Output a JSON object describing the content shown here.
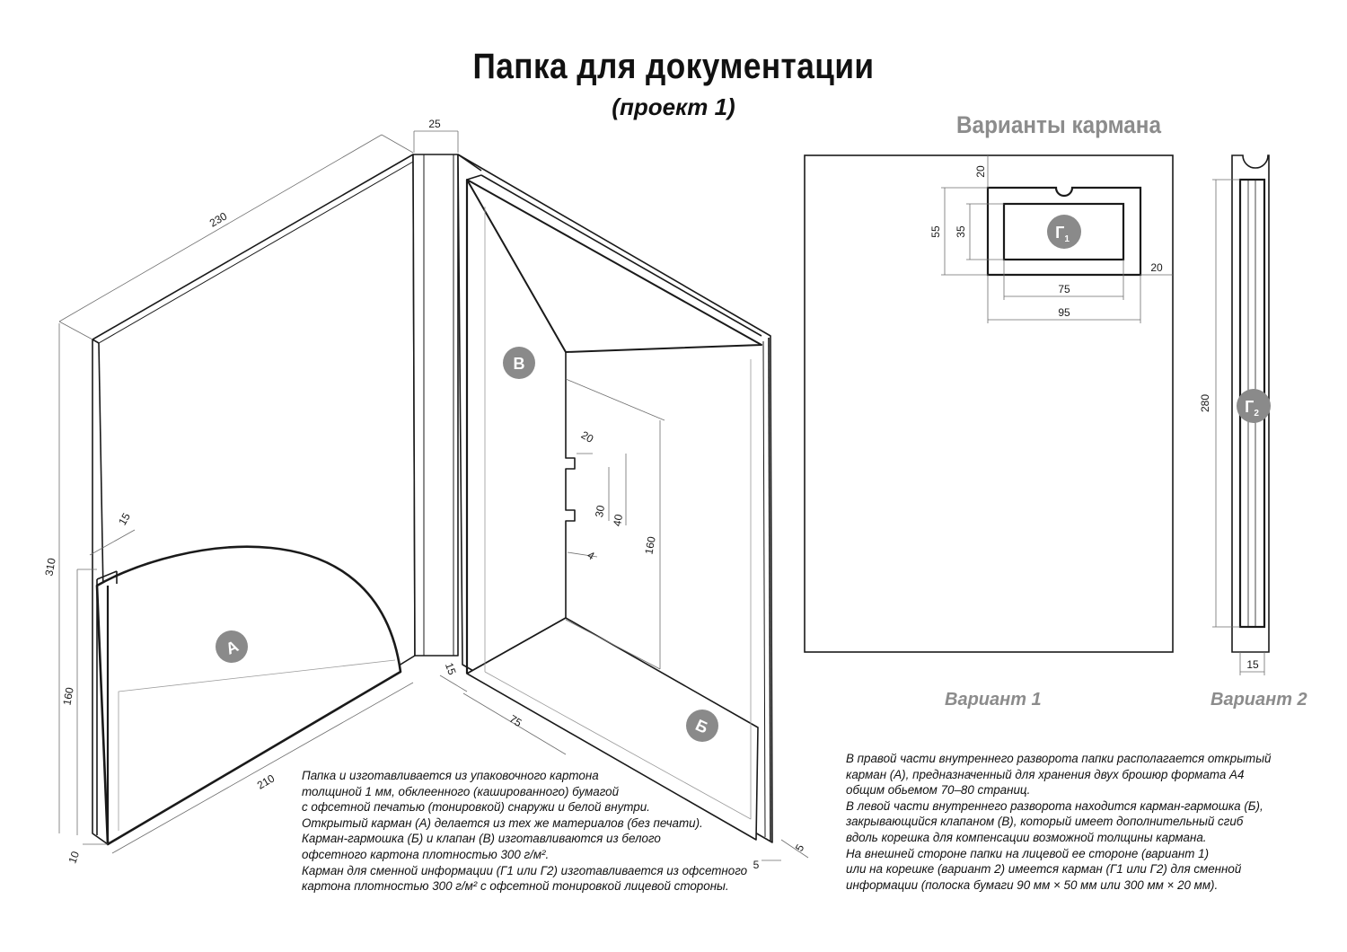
{
  "title": "Папка для документации",
  "subtitle": "(проект 1)",
  "variants_heading": "Варианты кармана",
  "variant1_label": "Вариант 1",
  "variant2_label": "Вариант 2",
  "markers": {
    "A": "А",
    "B": "Б",
    "V": "В",
    "G": "Г",
    "G1_sub": "1",
    "G2_sub": "2"
  },
  "dimensions": {
    "spine": "25",
    "height": "230",
    "total_height": "310",
    "pocket_height": "160",
    "pocket_inset": "15",
    "pocket_width": "210",
    "thickness": "10",
    "flap_top": "20",
    "slot_inner": "30",
    "slot_outer": "40",
    "slot_depth": "4",
    "flap_height": "160",
    "gusset": "15",
    "gusset_width": "75",
    "edge_bottom": "5",
    "edge_side": "5",
    "v1_top": "20",
    "v1_outer_h": "55",
    "v1_inner_h": "35",
    "v1_right": "20",
    "v1_inner_w": "75",
    "v1_outer_w": "95",
    "v2_height": "280",
    "v2_width": "15"
  },
  "left_note": [
    "Папка и изготавливается из упаковочного картона",
    "толщиной 1 мм, обклеенного (кашированного) бумагой",
    "с офсетной печатью (тонировкой) снаружи и белой внутри.",
    "Открытый карман (А) делается из тех же материалов (без печати).",
    "Карман-гармошка (Б) и клапан (В) изготавливаются из белого",
    "офсетного картона плотностью 300 г/м².",
    "Карман для сменной информации (Г1 или Г2) изготавливается из офсетного",
    "картона плотностью 300 г/м² с офсетной тонировкой лицевой стороны."
  ],
  "right_note": [
    "В правой части внутреннего разворота папки располагается открытый",
    "карман (А), предназначенный для хранения двух брошюр формата А4",
    "общим обьемом 70–80  страниц.",
    "В левой части внутреннего разворота находится карман-гармошка (Б),",
    "закрывающийся клапаном (В), который имеет дополнительный сгиб",
    "вдоль корешка для компенсации возможной толщины кармана.",
    "На внешней стороне папки на лицевой ее стороне (вариант 1)",
    "или на корешке (вариант 2) имеется карман (Г1 или Г2) для сменной",
    "информации (полоска бумаги 90 мм × 50 мм или 300 мм × 20 мм)."
  ],
  "colors": {
    "line": "#1a1a1a",
    "dim": "#6e6e6e",
    "marker": "#8a8a8a",
    "heading": "#8c8c8c"
  }
}
